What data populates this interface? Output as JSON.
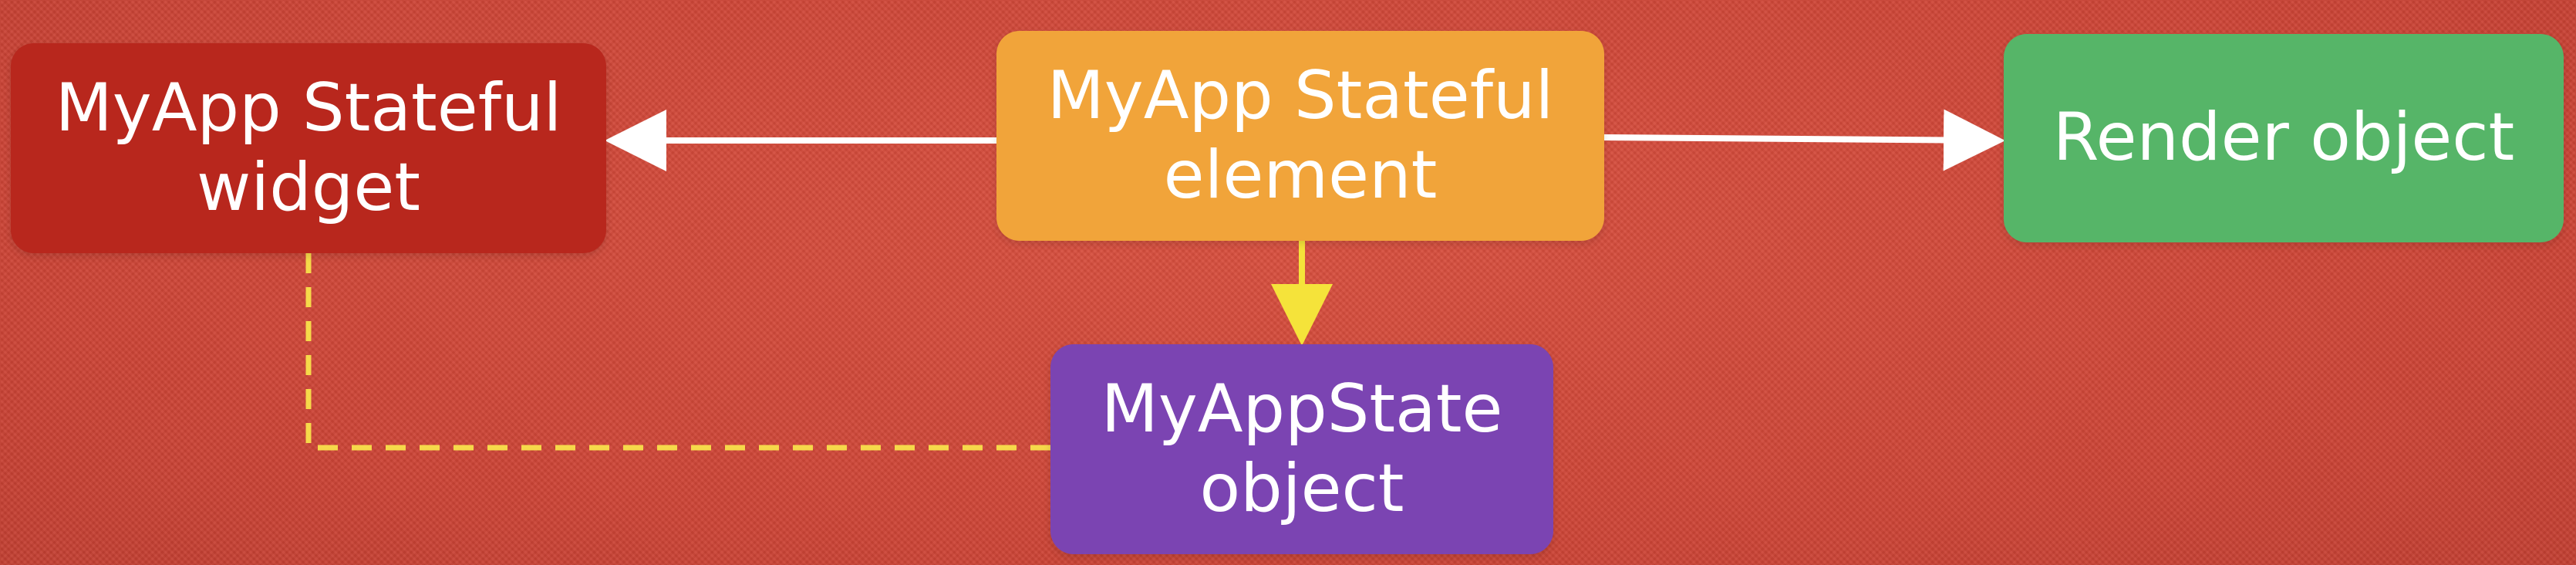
{
  "colors": {
    "background": "#d24a3c",
    "widget": "#b8271d",
    "element": "#f1a43a",
    "render": "#56b568",
    "state": "#7b44b2",
    "arrow_white": "#ffffff",
    "arrow_yellow": "#f5e33a",
    "dashed_line": "#f6d94a"
  },
  "nodes": {
    "widget": {
      "line1": "MyApp Stateful",
      "line2": "widget"
    },
    "element": {
      "line1": "MyApp Stateful",
      "line2": "element"
    },
    "render": {
      "line1": "Render object"
    },
    "state": {
      "line1": "MyAppState",
      "line2": "object"
    }
  },
  "edges": [
    {
      "from": "element",
      "to": "widget",
      "style": "solid",
      "color": "arrow_white",
      "arrow": true
    },
    {
      "from": "element",
      "to": "render",
      "style": "solid",
      "color": "arrow_white",
      "arrow": true
    },
    {
      "from": "element",
      "to": "state",
      "style": "solid",
      "color": "arrow_yellow",
      "arrow": true
    },
    {
      "from": "widget",
      "to": "state",
      "style": "dashed",
      "color": "dashed_line",
      "arrow": false
    }
  ]
}
